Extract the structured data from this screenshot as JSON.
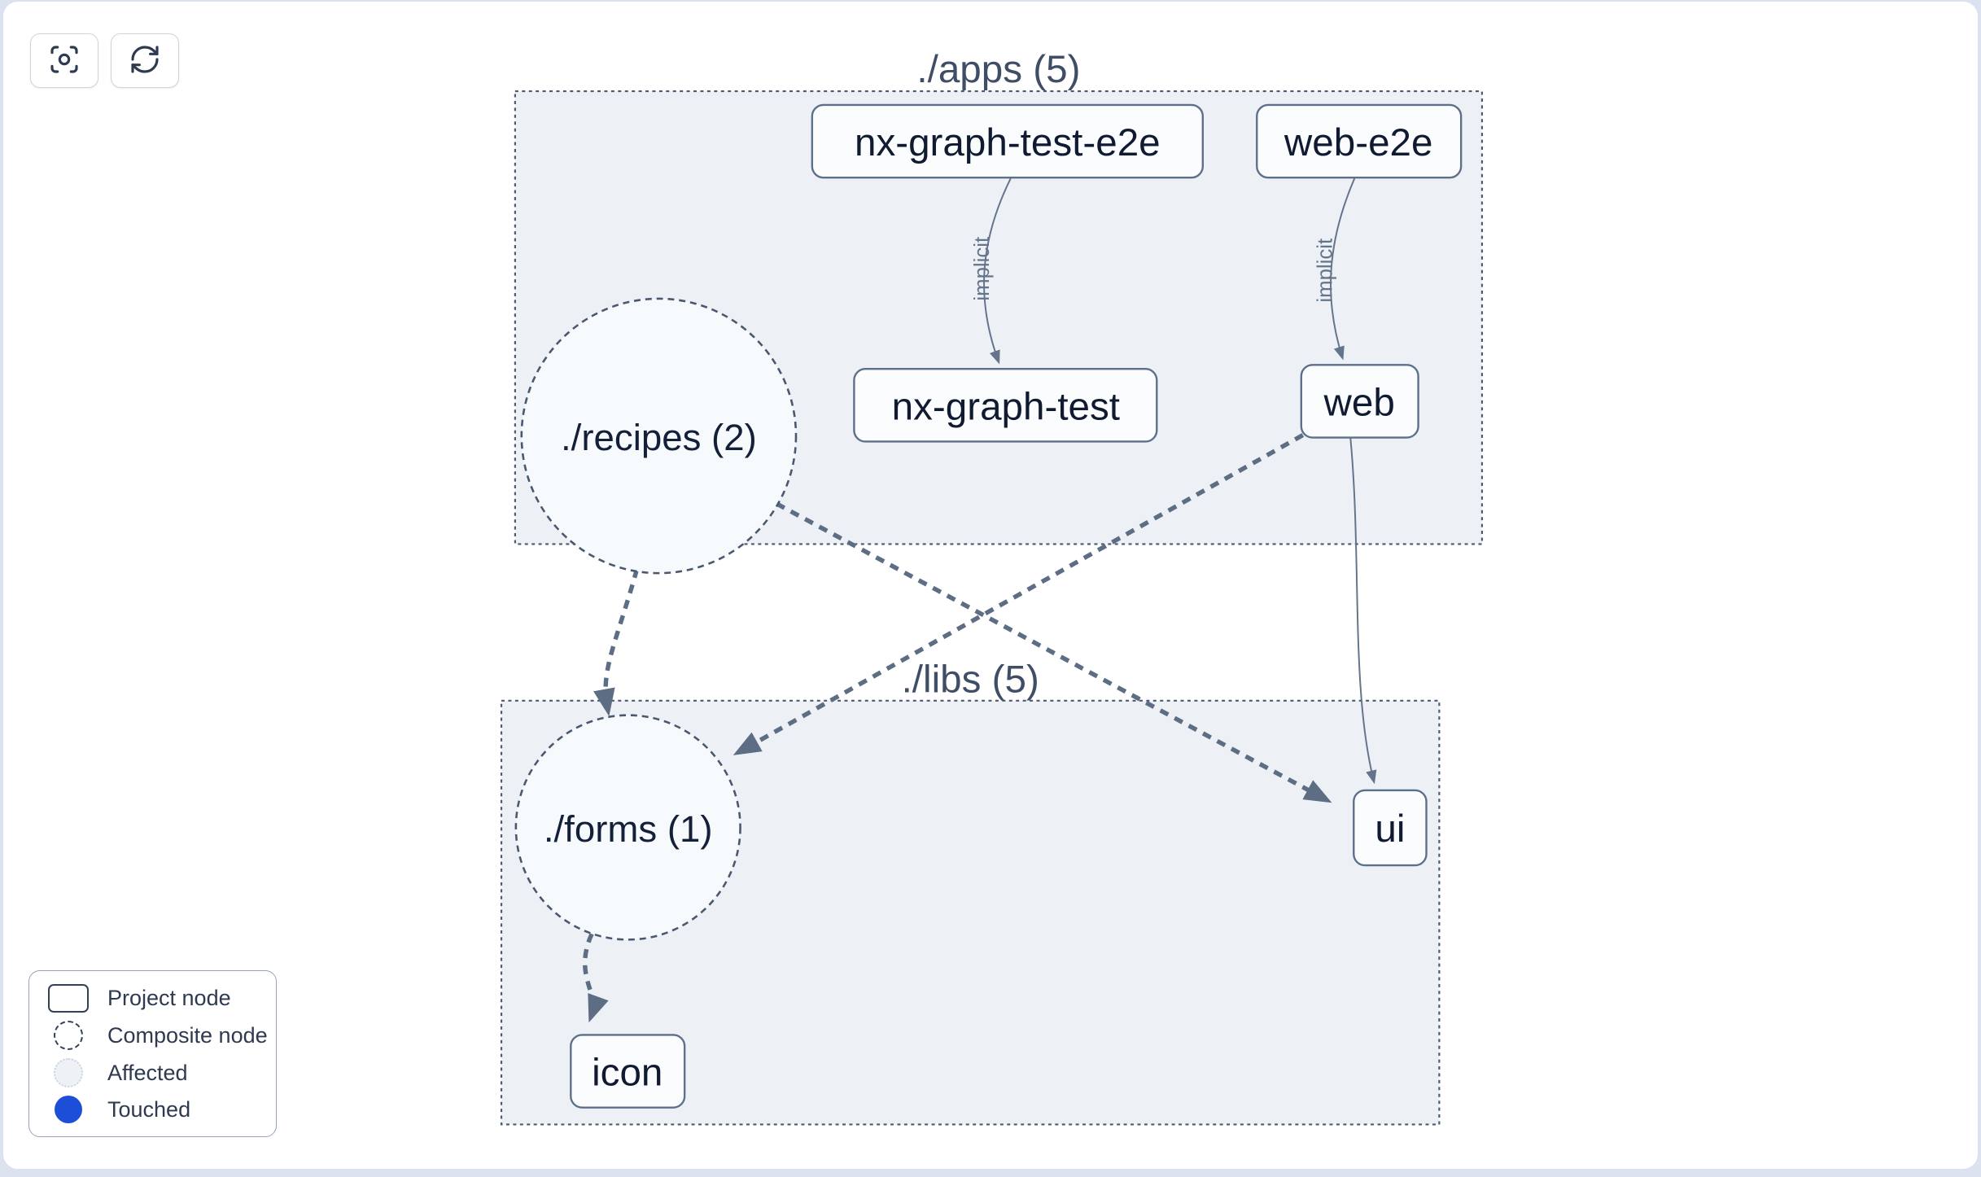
{
  "toolbar": {
    "buttons": [
      {
        "icon": "focus-crosshair-icon"
      },
      {
        "icon": "refresh-icon"
      }
    ]
  },
  "graph": {
    "clusters": [
      {
        "label": "./apps (5)"
      },
      {
        "label": "./libs (5)"
      }
    ],
    "composite_nodes": [
      {
        "label": "./recipes (2)"
      },
      {
        "label": "./forms (1)"
      }
    ],
    "project_nodes": [
      {
        "label": "nx-graph-test-e2e"
      },
      {
        "label": "web-e2e"
      },
      {
        "label": "nx-graph-test"
      },
      {
        "label": "web"
      },
      {
        "label": "ui"
      },
      {
        "label": "icon"
      }
    ],
    "edge_labels": [
      {
        "label": "implicit"
      },
      {
        "label": "implicit"
      }
    ]
  },
  "legend": {
    "items": [
      {
        "label": "Project node"
      },
      {
        "label": "Composite node"
      },
      {
        "label": "Affected"
      },
      {
        "label": "Touched"
      }
    ]
  },
  "colors": {
    "touched_blue": "#1d4ed8",
    "affected_fill": "#eef2f7",
    "cluster_fill": "#edf1f6",
    "edge": "#64748b",
    "node_border": "#5d6f89",
    "node_text": "#101b31"
  }
}
